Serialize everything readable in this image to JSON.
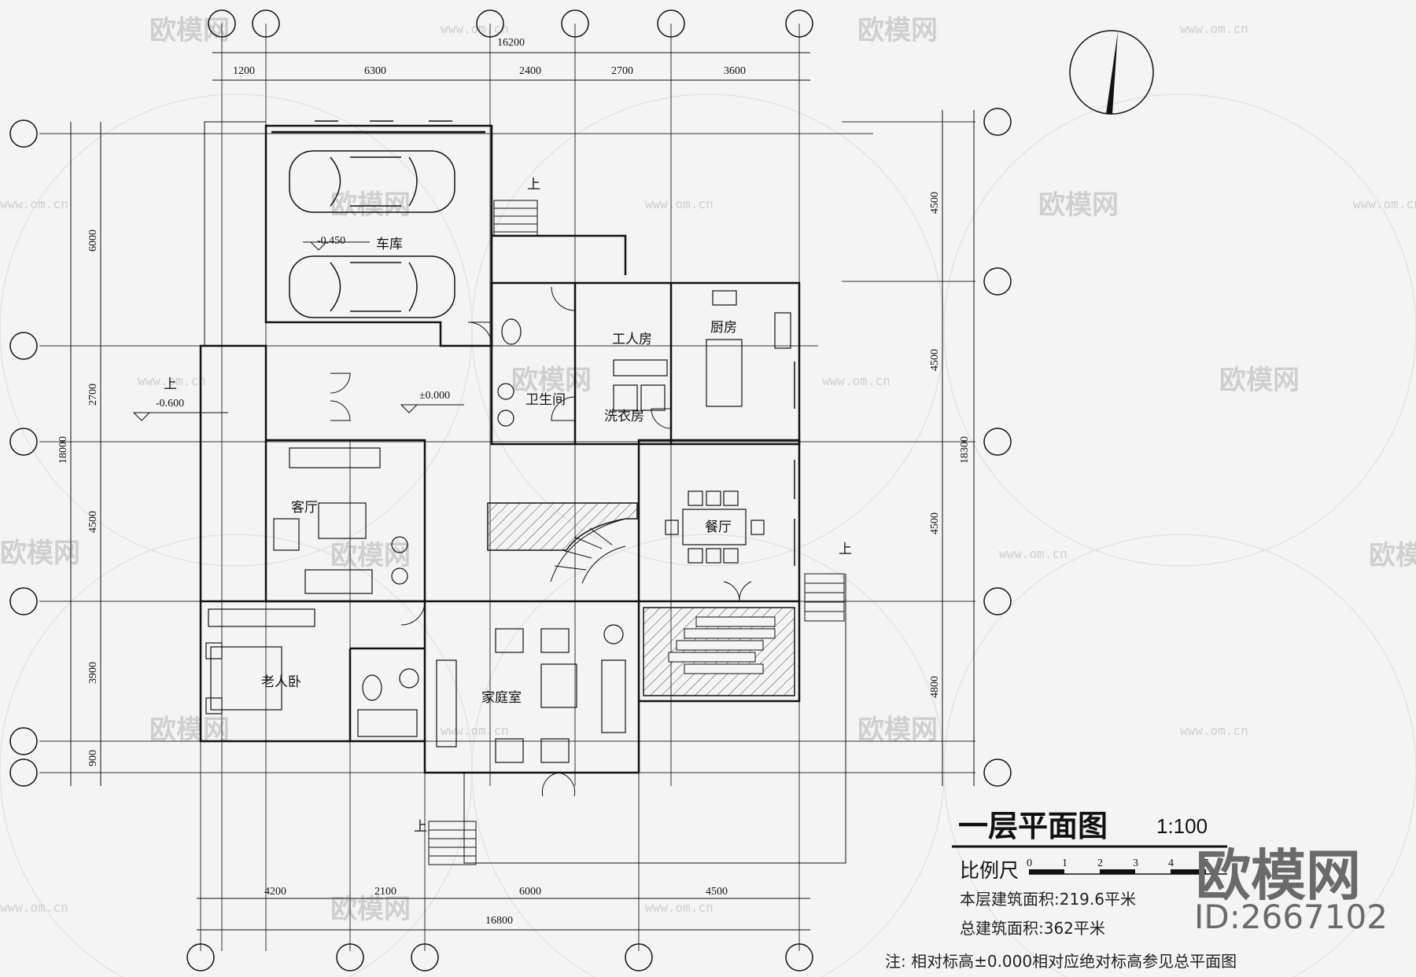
{
  "plan_title": "一层平面图",
  "scale": "1:100",
  "scale_bar_label": "比例尺",
  "scale_bar_ticks": [
    "0",
    "1",
    "2",
    "3",
    "4",
    "5"
  ],
  "floor_area": "本层建筑面积:219.6平米",
  "total_area": "总建筑面积:362平米",
  "note": "注: 相对标高±0.000相对应绝对标高参见总平面图",
  "brand": "欧模网",
  "brand_id": "ID:2667102",
  "watermark_text": "欧模网",
  "watermark_url": "www.om.cn",
  "rooms": {
    "garage": "车库",
    "servant": "工人房",
    "kitchen": "厨房",
    "bathroom": "卫生间",
    "laundry": "洗衣房",
    "living": "客厅",
    "dining": "餐厅",
    "elder_bedroom": "老人卧",
    "family_room": "家庭室"
  },
  "levels": {
    "garage": "-0.450",
    "entry": "-0.600",
    "main": "±0.000"
  },
  "up_label": "上",
  "dims": {
    "top_total": "16200",
    "top": [
      "1200",
      "6300",
      "2400",
      "2700",
      "3600"
    ],
    "bottom_total": "16800",
    "bottom": [
      "4200",
      "2100",
      "6000",
      "4500"
    ],
    "left_total": "18000",
    "left": [
      "6000",
      "2700",
      "4500",
      "3900",
      "900"
    ],
    "right_total": "18300",
    "right": [
      "4500",
      "4500",
      "4500",
      "4800"
    ]
  },
  "icons": {
    "north": "north-arrow-icon"
  }
}
